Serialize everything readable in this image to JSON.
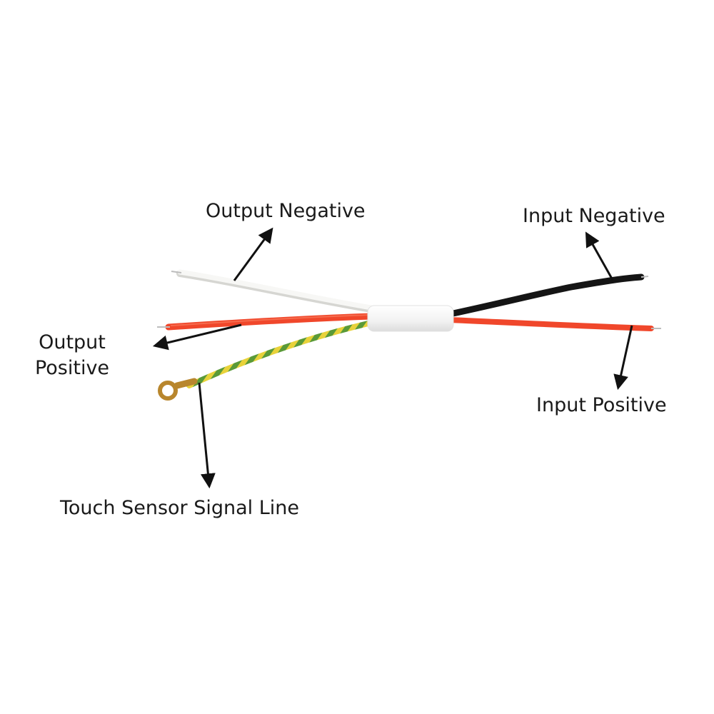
{
  "labels": {
    "output_negative": "Output Negative",
    "input_negative": "Input Negative",
    "output_positive_line1": "Output",
    "output_positive_line2": "Positive",
    "input_positive": "Input Positive",
    "touch_sensor": "Touch Sensor Signal Line"
  },
  "colors": {
    "background": "#ffffff",
    "wire_white": "#f4f4f2",
    "wire_red": "#f0472b",
    "wire_black": "#151515",
    "wire_green": "#5a9a38",
    "wire_yellow": "#e8d23a",
    "connector": "#ffffff",
    "ring_terminal": "#b8862d",
    "arrow": "#111111"
  }
}
